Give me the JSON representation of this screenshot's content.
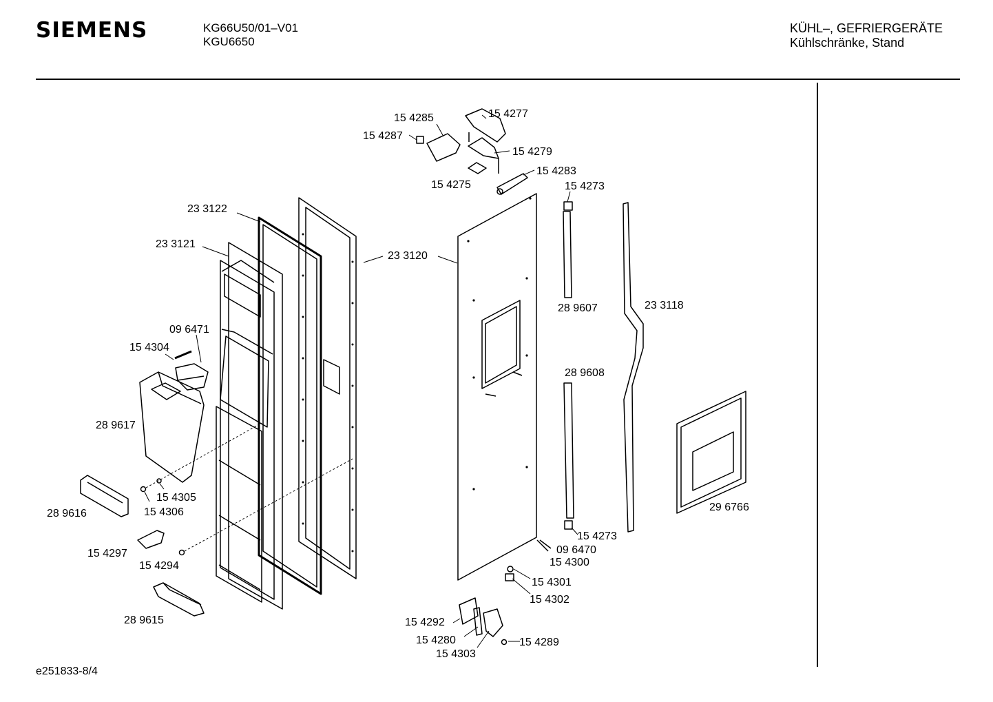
{
  "header": {
    "brand": "SIEMENS",
    "model_line1": "KG66U50/01–V01",
    "model_line2": "KGU6650",
    "category_line1": "KÜHL–, GEFRIERGERÄTE",
    "category_line2": "Kühlschränke, Stand"
  },
  "footer": {
    "doc_id": "e251833-8/4"
  },
  "parts": {
    "p154285": "15 4285",
    "p154277": "15 4277",
    "p154287": "15 4287",
    "p154279": "15 4279",
    "p154283": "15 4283",
    "p154275": "15 4275",
    "p154273a": "15 4273",
    "p233122": "23 3122",
    "p233121": "23 3121",
    "p233120": "23 3120",
    "p289607": "28 9607",
    "p233118": "23 3118",
    "p096471": "09 6471",
    "p154304": "15 4304",
    "p289608": "28 9608",
    "p289617": "28 9617",
    "p154305": "15 4305",
    "p154306": "15 4306",
    "p289616": "28 9616",
    "p296766": "29 6766",
    "p154273b": "15 4273",
    "p096470": "09 6470",
    "p154300": "15 4300",
    "p154297": "15 4297",
    "p154294": "15 4294",
    "p154301": "15 4301",
    "p154302": "15 4302",
    "p289615": "28 9615",
    "p154292": "15 4292",
    "p154280": "15 4280",
    "p154289": "15 4289",
    "p154303": "15 4303"
  }
}
